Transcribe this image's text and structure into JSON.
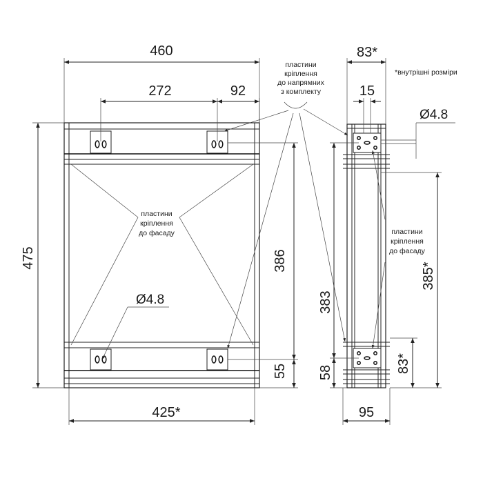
{
  "front_view": {
    "dims": {
      "overall_width": "460",
      "hole_spacing": "272",
      "side_offset": "92",
      "height": "475",
      "guide_height": "386",
      "bottom_offset": "55",
      "inner_width": "425*",
      "hole_diameter": "Ø4.8"
    },
    "label_facade": [
      "пластини",
      "кріплення",
      "до фасаду"
    ]
  },
  "callout_guides": [
    "пластини",
    "кріплення",
    "до напрямних",
    "з комплекту"
  ],
  "inner_dims_note": "*внутрішні розміри",
  "side_view": {
    "dims": {
      "top_width": "83*",
      "hole_spacing": "15",
      "hole_diameter": "Ø4.8",
      "inner_height": "385*",
      "height_383": "383",
      "bottom_58": "58",
      "bottom_83": "83*",
      "bottom_width": "95"
    },
    "label_facade": [
      "пластини",
      "кріплення",
      "до фасаду"
    ]
  }
}
